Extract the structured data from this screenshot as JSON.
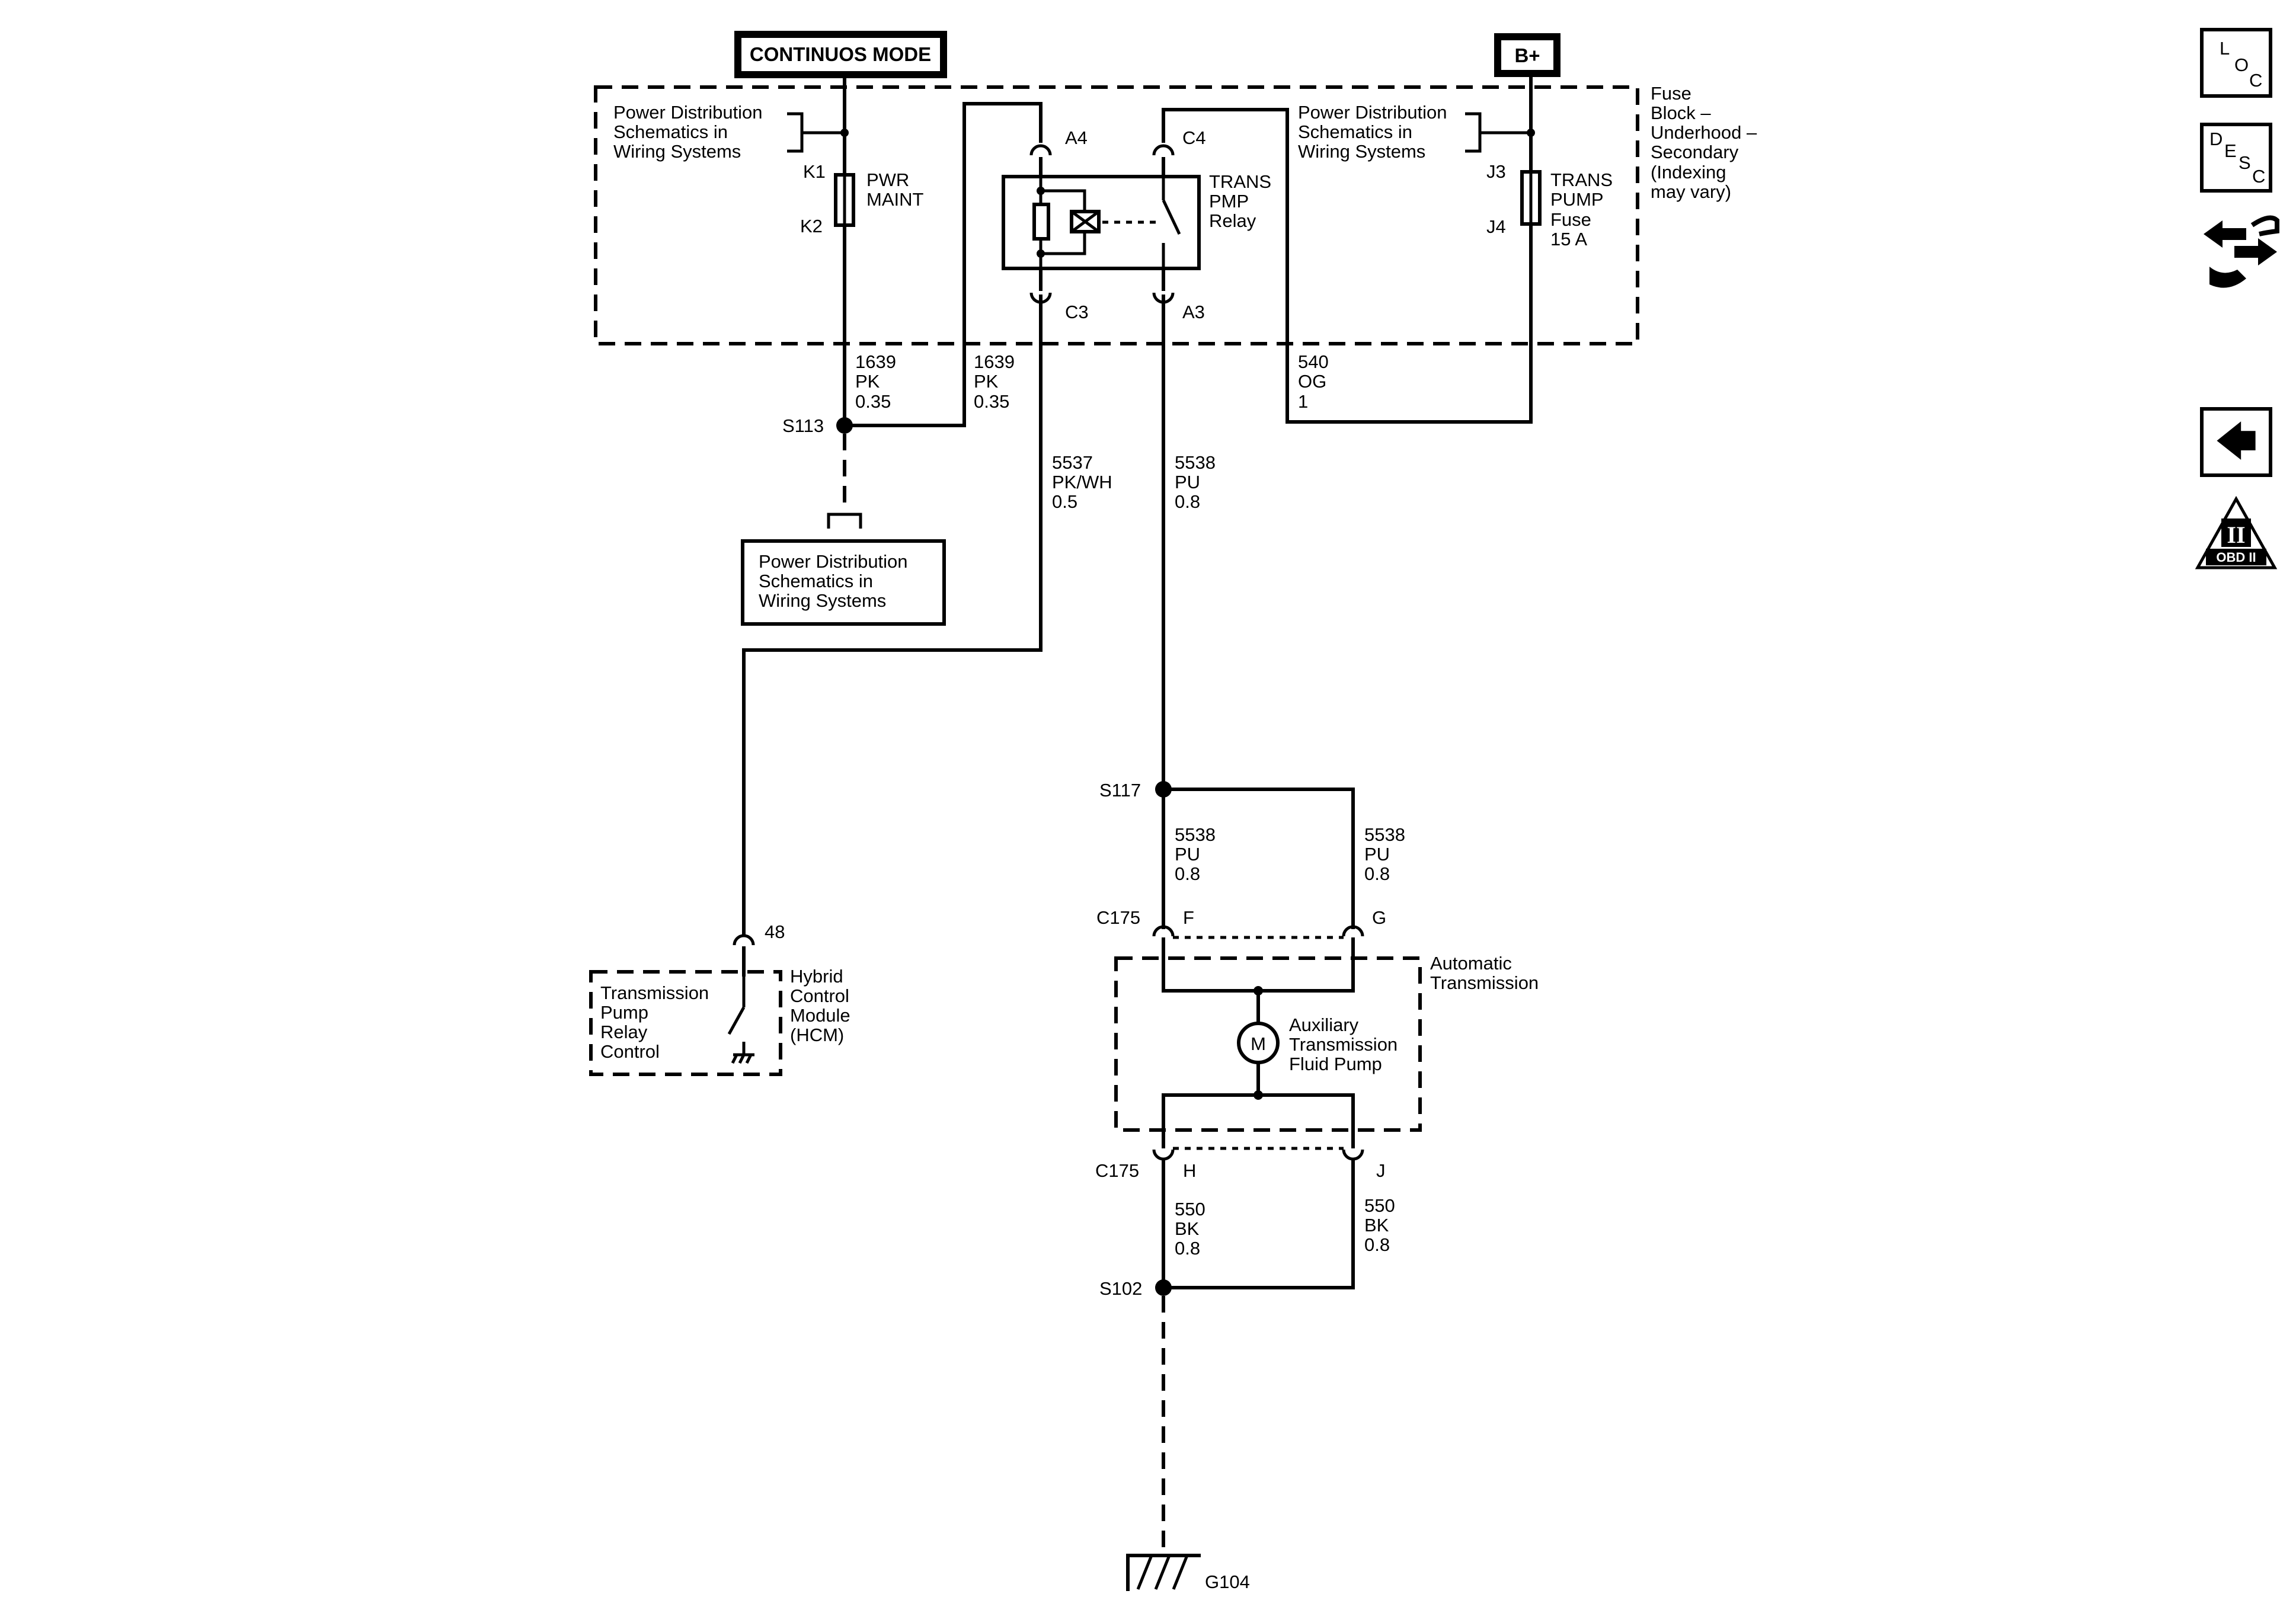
{
  "header": {
    "mode_label": "CONTINUOS MODE",
    "battery_label": "B+"
  },
  "fuse_block": {
    "left_ref": [
      "Power Distribution",
      "Schematics in",
      "Wiring Systems"
    ],
    "right_ref": [
      "Power Distribution",
      "Schematics in",
      "Wiring Systems"
    ],
    "title": [
      "Fuse",
      "Block –",
      "Underhood –",
      "Secondary",
      "(Indexing",
      "may vary)"
    ],
    "pwr_maint_fuse": {
      "top_pin": "K1",
      "bottom_pin": "K2",
      "name": [
        "PWR",
        "MAINT"
      ]
    },
    "trans_pump_fuse": {
      "top_pin": "J3",
      "bottom_pin": "J4",
      "name": [
        "TRANS",
        "PUMP",
        "Fuse",
        "15 A"
      ]
    },
    "relay": {
      "name": [
        "TRANS",
        "PMP",
        "Relay"
      ],
      "pins": {
        "a4": "A4",
        "c4": "C4",
        "c3": "C3",
        "a3": "A3"
      }
    }
  },
  "wires": {
    "w1639_left": [
      "1639",
      "PK",
      "0.35"
    ],
    "w1639_right": [
      "1639",
      "PK",
      "0.35"
    ],
    "w540": [
      "540",
      "OG",
      "1"
    ],
    "w5537": [
      "5537",
      "PK/WH",
      "0.5"
    ],
    "w5538_main": [
      "5538",
      "PU",
      "0.8"
    ],
    "w5538_left": [
      "5538",
      "PU",
      "0.8"
    ],
    "w5538_right": [
      "5538",
      "PU",
      "0.8"
    ],
    "w550_left": [
      "550",
      "BK",
      "0.8"
    ],
    "w550_right": [
      "550",
      "BK",
      "0.8"
    ]
  },
  "splices": {
    "s113": "S113",
    "s117": "S117",
    "s102": "S102",
    "ground": "G104"
  },
  "power_ref_box": [
    "Power Distribution",
    "Schematics in",
    "Wiring Systems"
  ],
  "hcm": {
    "pin": "48",
    "function": [
      "Transmission",
      "Pump",
      "Relay",
      "Control"
    ],
    "module": [
      "Hybrid",
      "Control",
      "Module",
      "(HCM)"
    ]
  },
  "transmission": {
    "title": [
      "Automatic",
      "Transmission"
    ],
    "pump": [
      "Auxiliary",
      "Transmission",
      "Fluid Pump"
    ],
    "motor_symbol": "M",
    "connector_top": {
      "name": "C175",
      "pin_left": "F",
      "pin_right": "G"
    },
    "connector_bottom": {
      "name": "C175",
      "pin_left": "H",
      "pin_right": "J"
    }
  },
  "nav": {
    "loc_button": [
      "L",
      "O",
      "C"
    ],
    "desc_button": [
      "D",
      "E",
      "S",
      "C"
    ],
    "back_arrow_glyph": "🡄",
    "obd_badge": {
      "numeral": "II",
      "label": "OBD II"
    }
  }
}
